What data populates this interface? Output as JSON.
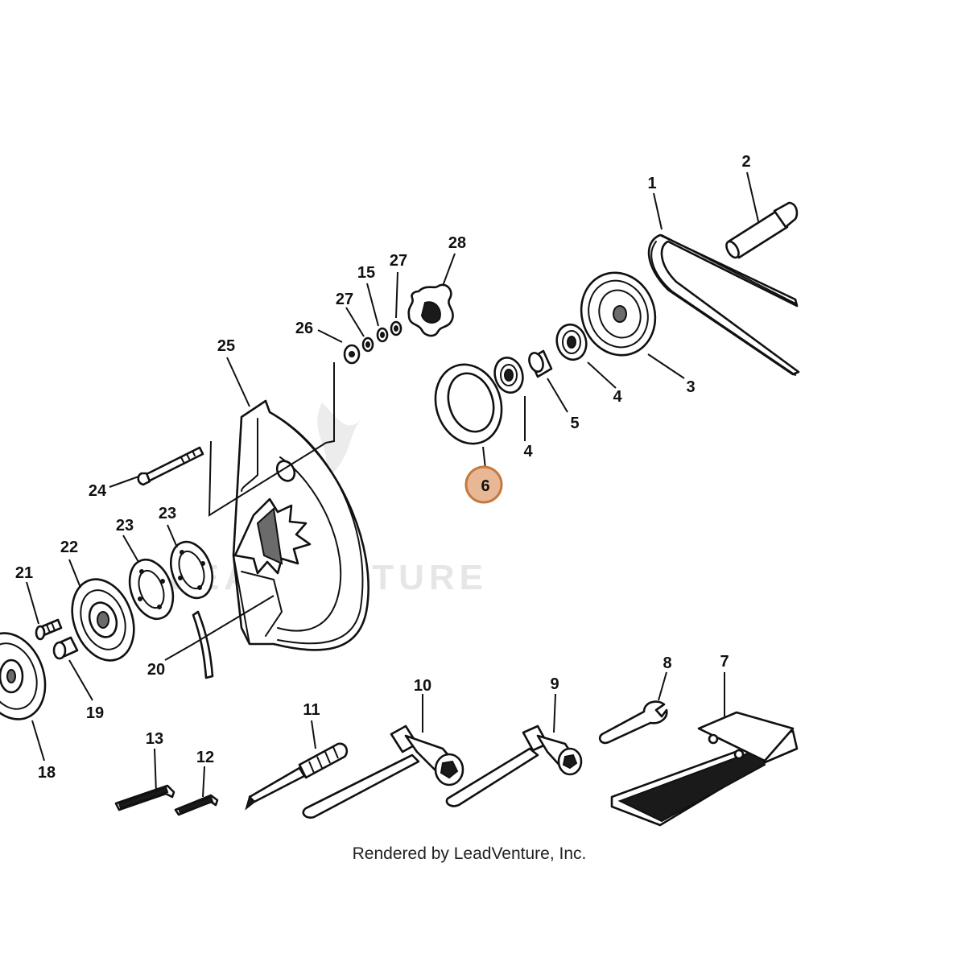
{
  "diagram": {
    "watermark_text": "LEADVENTURE",
    "footer_text": "Rendered by LeadVenture, Inc.",
    "highlight_color": "#e8b896",
    "highlight_stroke": "#c47a3f",
    "callouts": [
      {
        "id": "1",
        "label": "1"
      },
      {
        "id": "2",
        "label": "2"
      },
      {
        "id": "3",
        "label": "3"
      },
      {
        "id": "4a",
        "label": "4"
      },
      {
        "id": "4b",
        "label": "4"
      },
      {
        "id": "5",
        "label": "5"
      },
      {
        "id": "6",
        "label": "6",
        "highlighted": true
      },
      {
        "id": "7",
        "label": "7"
      },
      {
        "id": "8",
        "label": "8"
      },
      {
        "id": "9",
        "label": "9"
      },
      {
        "id": "10",
        "label": "10"
      },
      {
        "id": "11",
        "label": "11"
      },
      {
        "id": "12",
        "label": "12"
      },
      {
        "id": "13",
        "label": "13"
      },
      {
        "id": "15",
        "label": "15"
      },
      {
        "id": "18",
        "label": "18"
      },
      {
        "id": "19",
        "label": "19"
      },
      {
        "id": "20",
        "label": "20"
      },
      {
        "id": "21",
        "label": "21"
      },
      {
        "id": "22",
        "label": "22"
      },
      {
        "id": "23a",
        "label": "23"
      },
      {
        "id": "23b",
        "label": "23"
      },
      {
        "id": "24",
        "label": "24"
      },
      {
        "id": "25",
        "label": "25"
      },
      {
        "id": "26",
        "label": "26"
      },
      {
        "id": "27a",
        "label": "27"
      },
      {
        "id": "27b",
        "label": "27"
      },
      {
        "id": "28",
        "label": "28"
      }
    ]
  }
}
